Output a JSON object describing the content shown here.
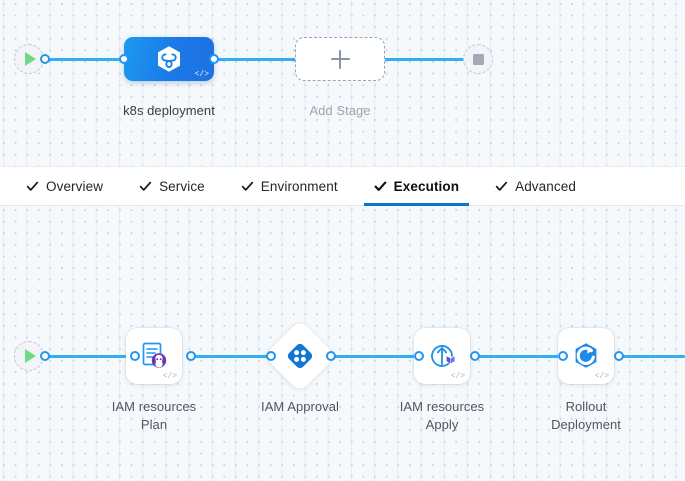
{
  "app": {
    "view": "pipeline-studio"
  },
  "stage_canvas": {
    "start_node": {
      "icon": "play-icon",
      "name": "pipeline-start"
    },
    "end_node": {
      "icon": "stop-icon",
      "name": "pipeline-end"
    },
    "stages": [
      {
        "label": "k8s deployment",
        "icon": "harness-hexagon-icon",
        "type": "deployment",
        "code_badge": "</>",
        "selected": true
      }
    ],
    "add_stage": {
      "label": "Add Stage",
      "icon": "plus-icon"
    }
  },
  "tabs": {
    "items": [
      {
        "label": "Overview",
        "icon": "check-icon",
        "active": false
      },
      {
        "label": "Service",
        "icon": "check-icon",
        "active": false
      },
      {
        "label": "Environment",
        "icon": "check-icon",
        "active": false
      },
      {
        "label": "Execution",
        "icon": "check-icon",
        "active": true
      },
      {
        "label": "Advanced",
        "icon": "check-icon",
        "active": false
      }
    ],
    "active_index": 3,
    "active_underline_color": "#0278d5"
  },
  "step_canvas": {
    "start_node": {
      "icon": "play-icon",
      "name": "execution-start"
    },
    "steps": [
      {
        "label": "IAM resources\nPlan",
        "icon": "terraform-plan-icon",
        "shape": "rounded-square",
        "code_badge": "</>"
      },
      {
        "label": "IAM Approval",
        "icon": "harness-approval-icon",
        "shape": "diamond",
        "code_badge": ""
      },
      {
        "label": "IAM resources\nApply",
        "icon": "terraform-apply-icon",
        "shape": "rounded-square",
        "code_badge": "</>"
      },
      {
        "label": "Rollout\nDeployment",
        "icon": "kubernetes-rollout-icon",
        "shape": "rounded-square",
        "code_badge": "</>"
      }
    ]
  },
  "colors": {
    "canvas_bg": "#f5f9fc",
    "grid_dot": "#c7d3e0",
    "link": "#2fb0f0",
    "port_border": "#2196f3",
    "stage_gradient_from": "#1b9bf0",
    "stage_gradient_to": "#1f6fe0",
    "accent_blue": "#0278d5",
    "play_green": "#71d98a",
    "stop_gray": "#a3a9b5",
    "terraform_purple": "#5c4ee5",
    "label_text": "#4f5662",
    "muted_text": "#9aa5b1"
  }
}
